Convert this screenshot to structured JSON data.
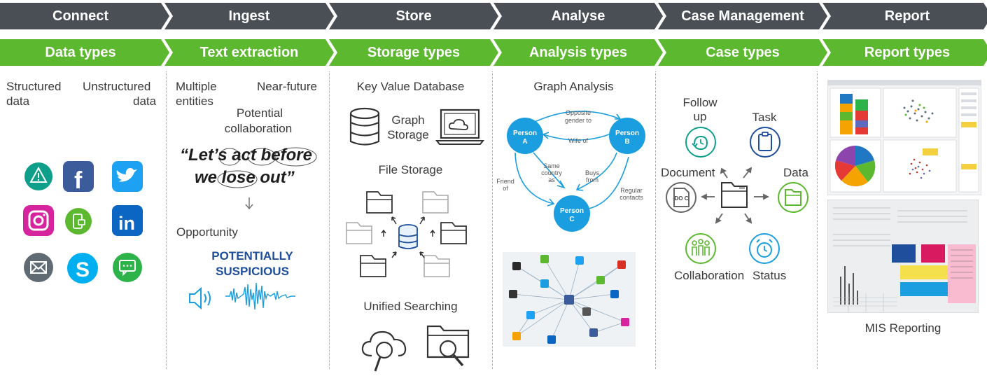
{
  "stages": [
    {
      "top": "Connect",
      "bottom": "Data types"
    },
    {
      "top": "Ingest",
      "bottom": "Text extraction"
    },
    {
      "top": "Store",
      "bottom": "Storage types"
    },
    {
      "top": "Analyse",
      "bottom": "Analysis types"
    },
    {
      "top": "Case Management",
      "bottom": "Case types"
    },
    {
      "top": "Report",
      "bottom": "Report types"
    }
  ],
  "colors": {
    "top_chevron": "#4a4f55",
    "bottom_chevron": "#5cb82e",
    "blue": "#1b9ee0",
    "navy": "#1f4e9c",
    "green": "#5cb82e",
    "teal": "#0e9f8a"
  },
  "connect": {
    "structured": "Structured",
    "unstructured": "Unstructured",
    "data_left": "data",
    "data_right": "data",
    "icons": [
      "alert-icon",
      "facebook-icon",
      "twitter-icon",
      "instagram-icon",
      "mobile-message-icon",
      "linkedin-icon",
      "email-icon",
      "skype-icon",
      "chat-icon"
    ]
  },
  "ingest": {
    "multiple": "Multiple",
    "entities": "entities",
    "near_future": "Near-future",
    "potential": "Potential",
    "collaboration": "collaboration",
    "quote_line1": "“Let’s act before",
    "quote_line2": "we lose out”",
    "opportunity": "Opportunity",
    "suspicious_line1": "POTENTIALLY",
    "suspicious_line2": "SUSPICIOUS"
  },
  "store": {
    "kv_db": "Key Value Database",
    "graph": "Graph",
    "storage": "Storage",
    "file_storage": "File Storage",
    "unified": "Unified Searching"
  },
  "analyse": {
    "title": "Graph Analysis",
    "nodes": {
      "a1": "Person",
      "a2": "A",
      "b1": "Person",
      "b2": "B",
      "c1": "Person",
      "c2": "C"
    },
    "edges": {
      "opposite1": "Opposite",
      "opposite2": "gender to",
      "wife_of": "Wife of",
      "friend1": "Friend",
      "friend2": "of",
      "same1": "Same",
      "same2": "country",
      "same3": "as",
      "buys1": "Buys",
      "buys2": "from",
      "regular1": "Regular",
      "regular2": "contacts"
    }
  },
  "case": {
    "follow": "Follow",
    "up": "up",
    "task": "Task",
    "document": "Document",
    "data": "Data",
    "collaboration": "Collaboration",
    "status": "Status",
    "doc_glyph": "DO C"
  },
  "report": {
    "caption": "MIS Reporting"
  }
}
